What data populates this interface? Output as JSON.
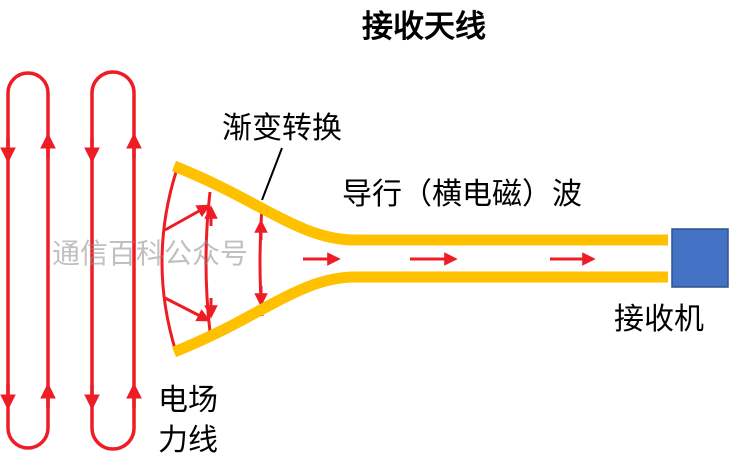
{
  "title": "接收天线",
  "labels": {
    "taper_transition": "渐变转换",
    "guided_wave": "导行（横电磁）波",
    "receiver": "接收机",
    "efield_line1": "电场",
    "efield_line2": "力线"
  },
  "watermark": "通信百科公众号",
  "colors": {
    "field_lines": "#ee1c25",
    "antenna_conductor": "#ffc000",
    "receiver_box": "#4472c4",
    "receiver_border": "#2f528f",
    "text": "#000000"
  }
}
